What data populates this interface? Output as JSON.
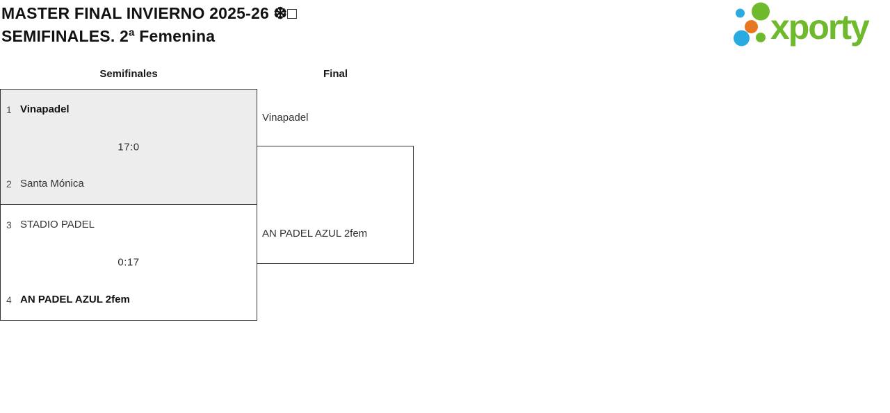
{
  "header": {
    "title_line1": "MASTER FINAL INVIERNO 2025-26 ❆□",
    "title_line2": "SEMIFINALES. 2ª Femenina"
  },
  "logo": {
    "brand": "xporty",
    "colors": {
      "green": "#6fb92c",
      "blue": "#29abe2",
      "orange": "#e87722"
    }
  },
  "bracket": {
    "round_headers": [
      {
        "label": "Semifinales"
      },
      {
        "label": "Final"
      }
    ],
    "semifinals": [
      {
        "top": {
          "seed": "1",
          "name": "Vinapadel"
        },
        "score": "17:0",
        "bottom": {
          "seed": "2",
          "name": "Santa Mónica"
        }
      },
      {
        "top": {
          "seed": "3",
          "name": "STADIO PADEL"
        },
        "score": "0:17",
        "bottom": {
          "seed": "4",
          "name": "AN PADEL AZUL 2fem"
        }
      }
    ],
    "final": {
      "top_name": "Vinapadel",
      "bottom_name": "AN PADEL AZUL 2fem"
    }
  }
}
